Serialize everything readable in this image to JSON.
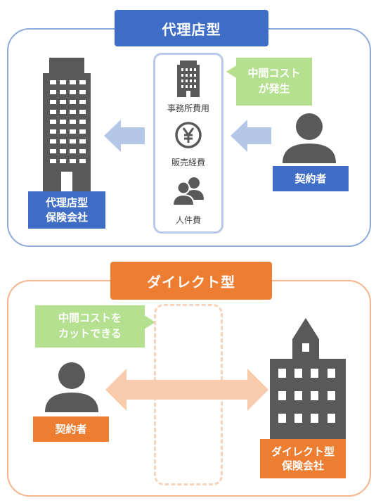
{
  "agency": {
    "title": "代理店型",
    "insurer_label_line1": "代理店型",
    "insurer_label_line2": "保険会社",
    "callout_line1": "中間コスト",
    "callout_line2": "が発生",
    "costs": [
      "事務所費用",
      "販売経費",
      "人件費"
    ],
    "contractor_label": "契約者"
  },
  "direct": {
    "title": "ダイレクト型",
    "callout_line1": "中間コストを",
    "callout_line2": "カットできる",
    "contractor_label": "契約者",
    "insurer_label_line1": "ダイレクト型",
    "insurer_label_line2": "保険会社"
  },
  "colors": {
    "blue": "#3f6dc6",
    "orange": "#ec7d31",
    "green": "#b5e08f",
    "gray": "#595959",
    "arrow_blue": "#b4c7e7",
    "arrow_orange": "#f8cbad"
  },
  "icons": [
    "office-building-icon",
    "yen-coin-icon",
    "people-icon",
    "person-icon",
    "building-icon"
  ]
}
